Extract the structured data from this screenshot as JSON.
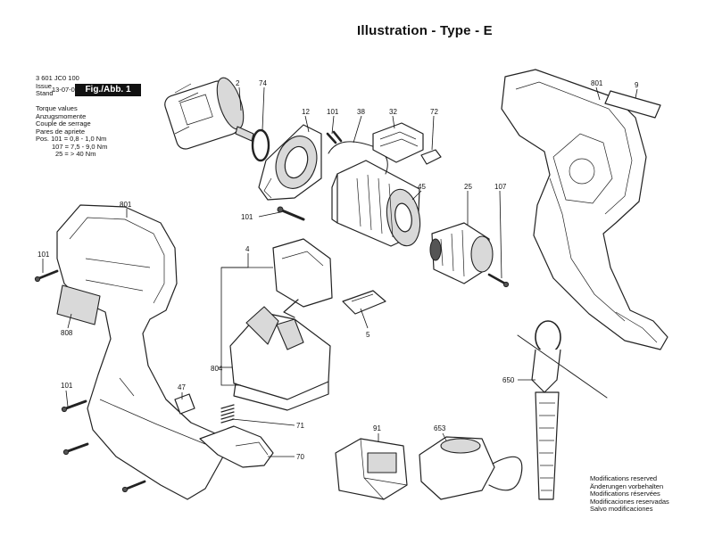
{
  "title": "Illustration - Type - E",
  "header": {
    "part_number": "3 601 JC0 100",
    "issue_label": "Issue",
    "stand_label": "Stand",
    "issue_date": "13-07-04",
    "figure_label": "Fig./Abb. 1"
  },
  "torque": {
    "lines": [
      "Torque values",
      "Anzugsmomente",
      "Couple de serrage",
      "Pares de apriete"
    ],
    "values": [
      "Pos.  101 =  0,8 - 1,0 Nm",
      "107 =  7,5 - 9,0 Nm",
      "25 = > 40 Nm"
    ]
  },
  "notes": [
    "Modifications reserved",
    "Änderungen vorbehalten",
    "Modifications réservées",
    "Modificaciones reservadas",
    "Salvo modificaciones"
  ],
  "callouts": [
    "2",
    "74",
    "12",
    "101",
    "38",
    "32",
    "72",
    "801",
    "9",
    "45",
    "25",
    "107",
    "101",
    "4",
    "5",
    "801",
    "101",
    "808",
    "804",
    "47",
    "101",
    "71",
    "70",
    "91",
    "653",
    "650"
  ]
}
